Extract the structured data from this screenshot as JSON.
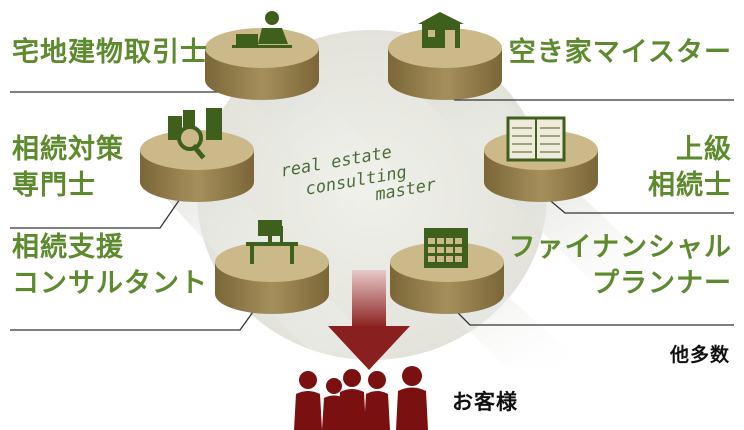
{
  "roles": {
    "top_left": "宅地建物取引士",
    "top_right": "空き家マイスター",
    "mid_left": [
      "相続対策",
      "専門士"
    ],
    "mid_right": [
      "上級",
      "相続士"
    ],
    "bottom_left": [
      "相続支援",
      "コンサルタント"
    ],
    "bottom_right": [
      "ファイナンシャル",
      "プランナー"
    ]
  },
  "center_text": [
    "real estate",
    "consulting",
    "master"
  ],
  "others_label": "他多数",
  "customers_label": "お客様",
  "colors": {
    "label_green": "#5e8a2e",
    "disc_top": "#cbb989",
    "disc_side": "#8f7a4a",
    "arrow_red": "#8a1f1f",
    "people": "#7a1010",
    "icon_green": "#3f5f1c"
  },
  "icons": [
    "businessman-icon",
    "house-icon",
    "buildings-search-icon",
    "planner-icon",
    "desk-icon",
    "calendar-icon"
  ]
}
